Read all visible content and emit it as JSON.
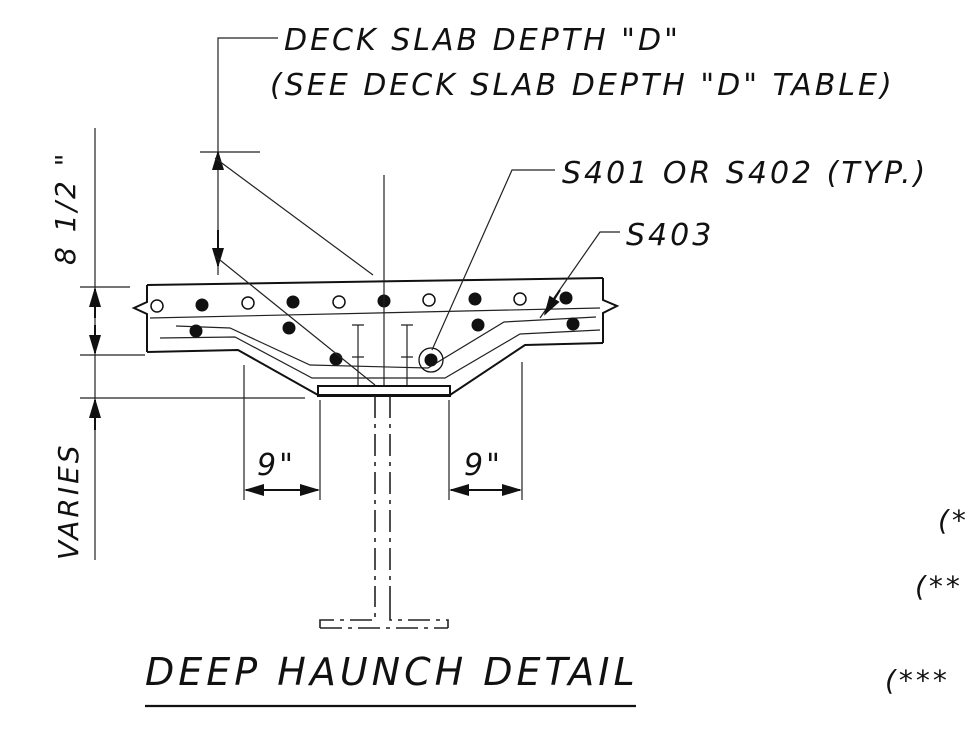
{
  "labels": {
    "deck_slab_depth": "DECK SLAB DEPTH \"D\"",
    "see_table": "(SEE DECK SLAB DEPTH \"D\" TABLE)",
    "bar_s401_s402": "S401 OR S402 (TYP.)",
    "bar_s403": "S403",
    "dim_8_half": "8 1/2 \"",
    "dim_varies": "VARIES",
    "dim_9_left": "9\"",
    "dim_9_right": "9\"",
    "note_1": "(*",
    "note_2": "(**",
    "note_3": "(***",
    "title": "DEEP HAUNCH DETAIL"
  },
  "colors": {
    "ink": "#111111",
    "paper": "#ffffff"
  }
}
